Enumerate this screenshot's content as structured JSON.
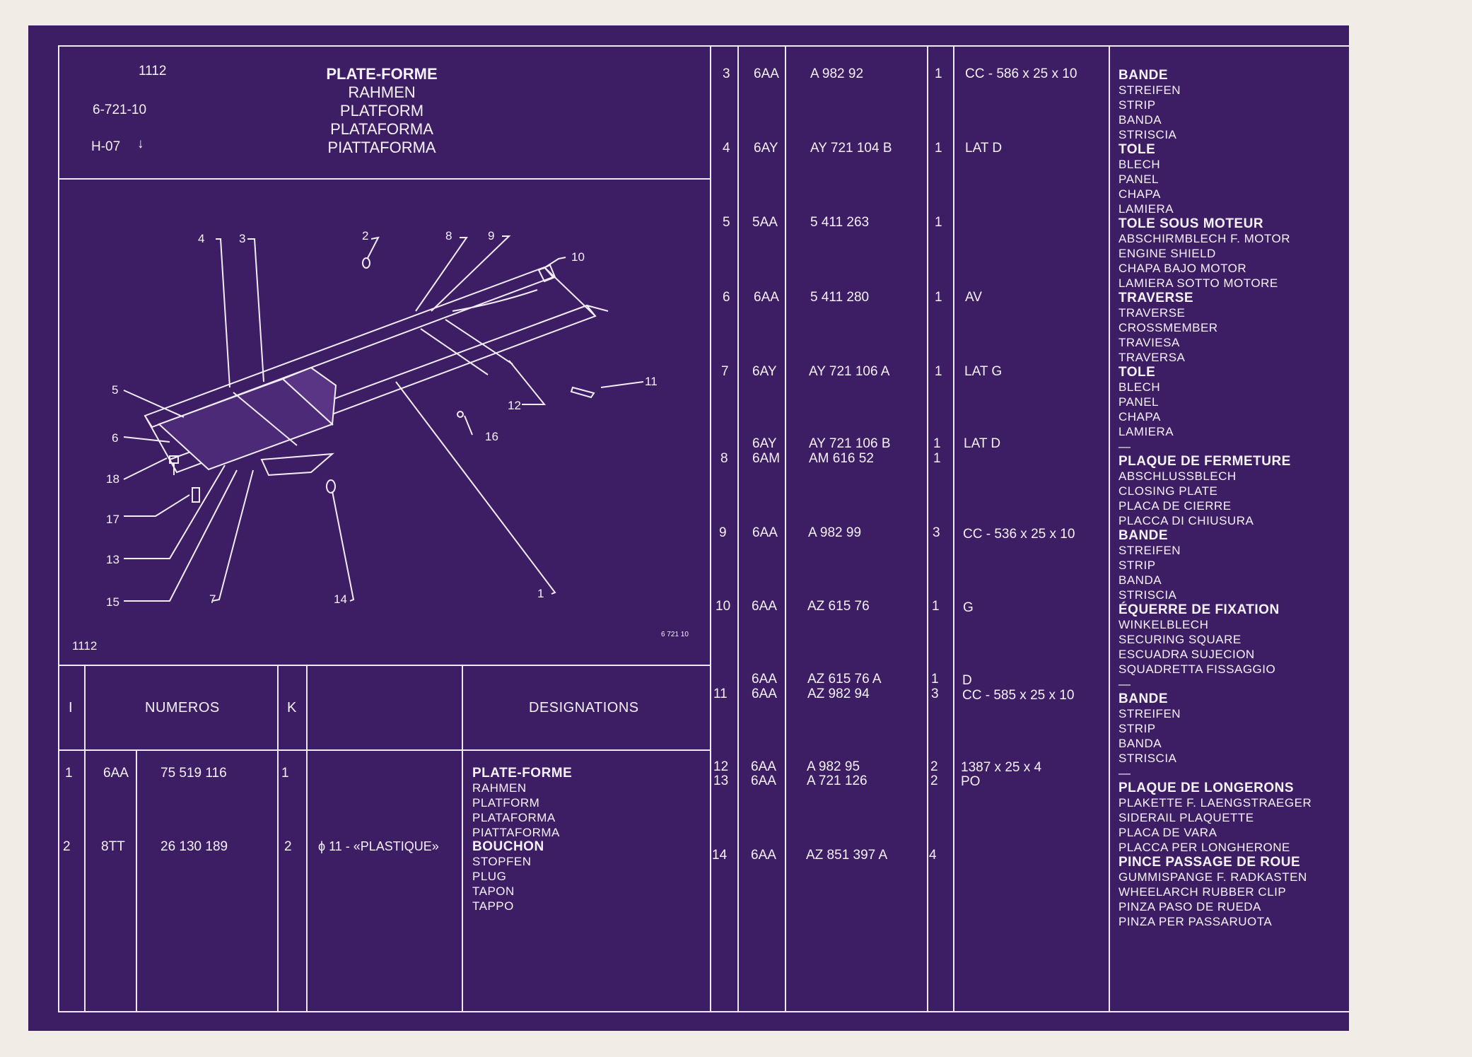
{
  "header": {
    "code": "1112",
    "ref": "6-721-10",
    "zone": "H-07",
    "zone_arrow": "↓",
    "titles": [
      "PLATE-FORME",
      "RAHMEN",
      "PLATFORM",
      "PLATAFORMA",
      "PIATTAFORMA"
    ]
  },
  "diagram": {
    "code": "1112",
    "ref": "6 721 10",
    "callouts": [
      "1",
      "2",
      "3",
      "4",
      "5",
      "6",
      "7",
      "8",
      "9",
      "10",
      "11",
      "12",
      "13",
      "14",
      "15",
      "16",
      "17",
      "18"
    ]
  },
  "left_table": {
    "headers": {
      "index": "I",
      "numbers": "NUMEROS",
      "qty": "K",
      "designations": "DESIGNATIONS"
    },
    "rows": [
      {
        "index": "1",
        "prefix": "6AA",
        "number": "75 519 116",
        "qty": "1",
        "note": "",
        "designation": [
          "PLATE-FORME",
          "RAHMEN",
          "PLATFORM",
          "PLATAFORMA",
          "PIATTAFORMA"
        ]
      },
      {
        "index": "2",
        "prefix": "8TT",
        "number": "26 130 189",
        "qty": "2",
        "note": "ϕ 11 - «PLASTIQUE»",
        "designation": [
          "BOUCHON",
          "STOPFEN",
          "PLUG",
          "TAPON",
          "TAPPO"
        ]
      }
    ]
  },
  "right_table": {
    "rows": [
      {
        "index": "3",
        "prefix": [
          "6AA"
        ],
        "number": [
          "A 982 92"
        ],
        "qty": [
          "1"
        ],
        "note": [
          "CC - 586 x 25 x 10"
        ]
      },
      {
        "index": "4",
        "prefix": [
          "6AY"
        ],
        "number": [
          "AY 721 104 B"
        ],
        "qty": [
          "1"
        ],
        "note": [
          "LAT D"
        ]
      },
      {
        "index": "5",
        "prefix": [
          "5AA"
        ],
        "number": [
          "5 411 263"
        ],
        "qty": [
          "1"
        ],
        "note": [
          ""
        ]
      },
      {
        "index": "6",
        "prefix": [
          "6AA"
        ],
        "number": [
          "5 411 280"
        ],
        "qty": [
          "1"
        ],
        "note": [
          "AV"
        ]
      },
      {
        "index": "7",
        "prefix": [
          "6AY"
        ],
        "number": [
          "AY 721 106 A"
        ],
        "qty": [
          "1"
        ],
        "note": [
          "LAT G"
        ]
      },
      {
        "index": "8",
        "prefix": [
          "6AY",
          "6AM"
        ],
        "number": [
          "AY 721 106 B",
          "AM 616 52"
        ],
        "qty": [
          "1",
          "1"
        ],
        "note": [
          "LAT D",
          ""
        ]
      },
      {
        "index": "9",
        "prefix": [
          "6AA"
        ],
        "number": [
          "A 982 99"
        ],
        "qty": [
          "3"
        ],
        "note": [
          "CC - 536 x 25 x 10"
        ]
      },
      {
        "index": "10",
        "prefix": [
          "6AA"
        ],
        "number": [
          "AZ 615 76"
        ],
        "qty": [
          "1"
        ],
        "note": [
          "G"
        ]
      },
      {
        "index": "11",
        "prefix": [
          "6AA",
          "6AA"
        ],
        "number": [
          "AZ 615 76 A",
          "AZ 982 94"
        ],
        "qty": [
          "1",
          "3"
        ],
        "note": [
          "D",
          "CC - 585 x 25 x 10"
        ]
      },
      {
        "index": "12",
        "prefix": [
          "6AA"
        ],
        "number": [
          "A 982 95"
        ],
        "qty": [
          "2"
        ],
        "note": [
          "1387 x 25 x 4"
        ]
      },
      {
        "index": "13",
        "prefix": [
          "6AA"
        ],
        "number": [
          "A 721 126"
        ],
        "qty": [
          "2"
        ],
        "note": [
          "PO"
        ]
      },
      {
        "index": "14",
        "prefix": [
          "6AA"
        ],
        "number": [
          "AZ 851 397 A"
        ],
        "qty": [
          "4"
        ],
        "note": [
          ""
        ]
      }
    ],
    "designations": [
      [
        "BANDE",
        "STREIFEN",
        "STRIP",
        "BANDA",
        "STRISCIA"
      ],
      [
        "TOLE",
        "BLECH",
        "PANEL",
        "CHAPA",
        "LAMIERA"
      ],
      [
        "TOLE SOUS MOTEUR",
        "ABSCHIRMBLECH F. MOTOR",
        "ENGINE SHIELD",
        "CHAPA BAJO MOTOR",
        "LAMIERA SOTTO MOTORE"
      ],
      [
        "TRAVERSE",
        "TRAVERSE",
        "CROSSMEMBER",
        "TRAVIESA",
        "TRAVERSA"
      ],
      [
        "TOLE",
        "BLECH",
        "PANEL",
        "CHAPA",
        "LAMIERA"
      ],
      [
        "—"
      ],
      [
        "PLAQUE DE FERMETURE",
        "ABSCHLUSSBLECH",
        "CLOSING PLATE",
        "PLACA DE CIERRE",
        "PLACCA DI CHIUSURA"
      ],
      [
        "BANDE",
        "STREIFEN",
        "STRIP",
        "BANDA",
        "STRISCIA"
      ],
      [
        "ÉQUERRE DE FIXATION",
        "WINKELBLECH",
        "SECURING SQUARE",
        "ESCUADRA SUJECION",
        "SQUADRETTA FISSAGGIO"
      ],
      [
        "—"
      ],
      [
        "BANDE",
        "STREIFEN",
        "STRIP",
        "BANDA",
        "STRISCIA"
      ],
      [
        "—"
      ],
      [
        "PLAQUE DE LONGERONS",
        "PLAKETTE F. LAENGSTRAEGER",
        "SIDERAIL PLAQUETTE",
        "PLACA DE VARA",
        "PLACCA PER LONGHERONE"
      ],
      [
        "PINCE PASSAGE DE ROUE",
        "GUMMISPANGE F. RADKASTEN",
        "WHEELARCH RUBBER CLIP",
        "PINZA PASO DE RUEDA",
        "PINZA PER PASSARUOTA"
      ]
    ]
  }
}
